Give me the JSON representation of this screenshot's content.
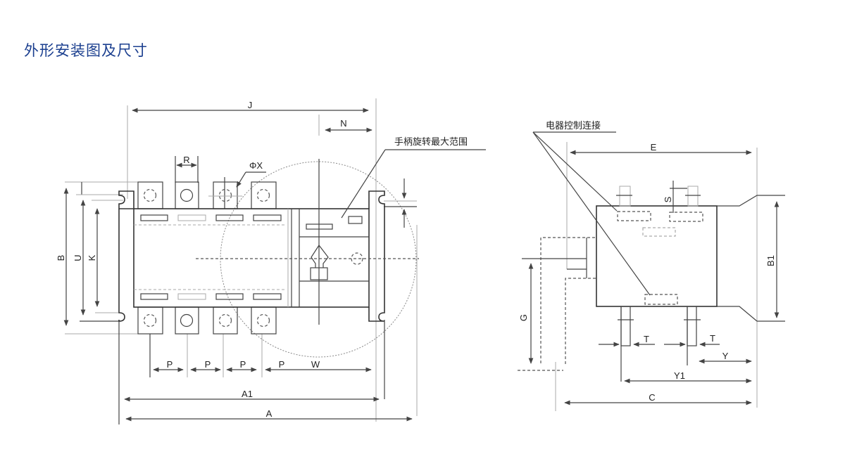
{
  "title": "外形安装图及尺寸",
  "front_view": {
    "labels": {
      "J": "J",
      "N": "N",
      "R": "R",
      "phiX": "ΦX",
      "B": "B",
      "U": "U",
      "K": "K",
      "P1": "P",
      "P2": "P",
      "P3": "P",
      "P4": "P",
      "W": "W",
      "A1": "A1",
      "A": "A"
    },
    "handle_note": "手柄旋转最大范围"
  },
  "side_view": {
    "labels": {
      "E": "E",
      "S": "S",
      "B1": "B1",
      "G": "G",
      "T1": "T",
      "T2": "T",
      "Y": "Y",
      "Y1": "Y1",
      "C": "C"
    },
    "control_note": "电器控制连接"
  }
}
